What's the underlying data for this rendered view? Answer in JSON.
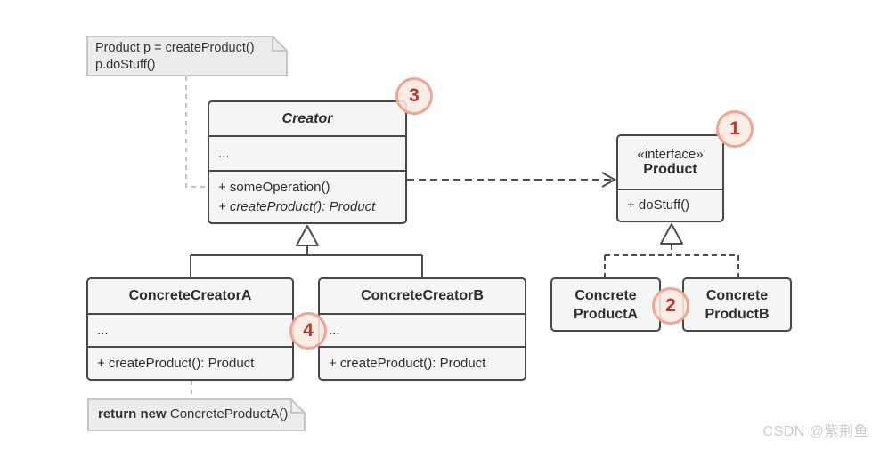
{
  "diagram": {
    "title": "Factory Method UML diagram",
    "note_top": {
      "line1": "Product p = createProduct()",
      "line2": "p.doStuff()"
    },
    "note_bottom": {
      "keyword": "return new",
      "code": " ConcreteProductA()"
    },
    "classes": {
      "creator": {
        "title": "Creator",
        "fields": "...",
        "methods": [
          "+ someOperation()",
          "+ createProduct(): Product"
        ]
      },
      "product": {
        "stereotype": "«interface»",
        "title": "Product",
        "methods": [
          "+ doStuff()"
        ]
      },
      "concrete_creator_a": {
        "title": "ConcreteCreatorA",
        "fields": "...",
        "methods": [
          "+ createProduct(): Product"
        ]
      },
      "concrete_creator_b": {
        "title": "ConcreteCreatorB",
        "fields": "...",
        "methods": [
          "+ createProduct(): Product"
        ]
      },
      "concrete_product_a": {
        "title_line1": "Concrete",
        "title_line2": "ProductA"
      },
      "concrete_product_b": {
        "title_line1": "Concrete",
        "title_line2": "ProductB"
      }
    },
    "badges": {
      "b1": "1",
      "b2": "2",
      "b3": "3",
      "b4": "4"
    },
    "relationships": [
      "Creator ..> Product (dependency, dashed open arrow)",
      "ConcreteCreatorA --|> Creator (inheritance, hollow triangle)",
      "ConcreteCreatorB --|> Creator (inheritance, hollow triangle)",
      "ConcreteProductA ..|> Product (realization, dashed hollow triangle)",
      "ConcreteProductB ..|> Product (realization, dashed hollow triangle)"
    ],
    "watermark": "CSDN @紫荆鱼",
    "colors": {
      "box_fill": "#f5f5f5",
      "box_border": "#484848",
      "note_fill": "#ececec",
      "note_border": "#c6c6c6",
      "note_connector": "#c2c2c2",
      "connector": "#4f4f4f",
      "badge_fill": "#fbe9e2",
      "badge_border": "#f1a692",
      "badge_text": "#bf3528",
      "watermark": "#cbcbcb"
    }
  }
}
